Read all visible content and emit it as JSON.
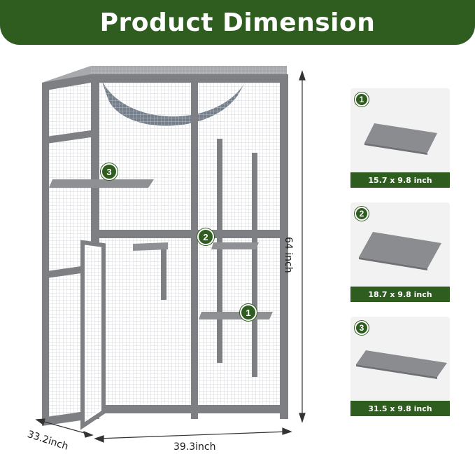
{
  "banner": {
    "title": "Product Dimension"
  },
  "dimensions": {
    "height": "64 inch",
    "width": "39.3inch",
    "depth": "33.2inch"
  },
  "markers": {
    "m1": "1",
    "m2": "2",
    "m3": "3"
  },
  "parts": [
    {
      "number": "1",
      "size": "15.7 x 9.8 inch"
    },
    {
      "number": "2",
      "size": "18.7 x 9.8 inch"
    },
    {
      "number": "3",
      "size": "31.5 x 9.8 inch"
    }
  ],
  "colors": {
    "brand_green": "#2f5c1f",
    "frame_gray": "#7d7f82",
    "panel_gray": "#8e9093"
  }
}
